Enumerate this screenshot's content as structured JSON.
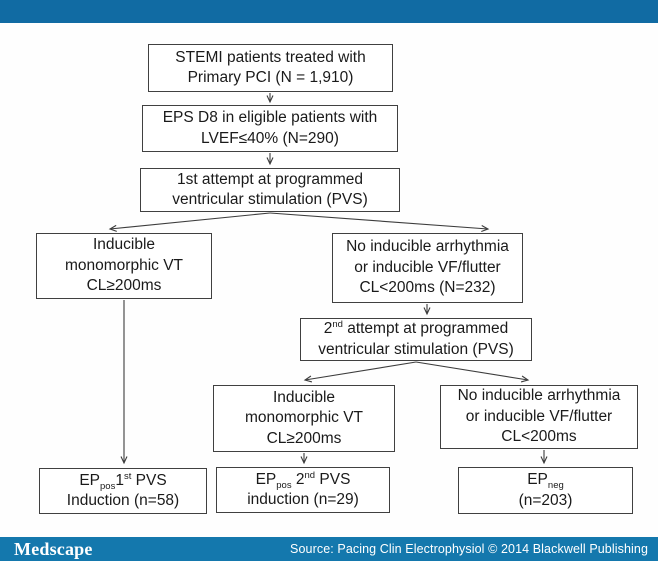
{
  "colors": {
    "top_bar": "#116ba3",
    "footer_bar": "#1478ad",
    "box_border": "#404040",
    "box_text": "#1a1a1a",
    "arrow": "#3c3c3c",
    "background": "#ffffff"
  },
  "footer": {
    "brand": "Medscape",
    "source": "Source: Pacing Clin Electrophysiol © 2014 Blackwell Publishing"
  },
  "flowchart": {
    "boxes": {
      "stemi": {
        "line1": "STEMI patients treated with",
        "line2": "Primary PCI (N = 1,910)"
      },
      "eps": {
        "line1": "EPS D8 in eligible patients with",
        "line2": "LVEF≤40% (N=290)"
      },
      "pvs1": {
        "line1": "1st attempt at programmed",
        "line2": "ventricular stimulation (PVS)"
      },
      "inducible1": {
        "line1": "Inducible",
        "line2": "monomorphic VT",
        "line3": "CL≥200ms"
      },
      "noinducible1": {
        "line1": "No inducible arrhythmia",
        "line2": "or inducible VF/flutter",
        "line3": "CL<200ms (N=232)"
      },
      "pvs2": {
        "num": "2",
        "ord": "nd",
        "rest": " attempt at programmed",
        "line2": "ventricular stimulation (PVS)"
      },
      "inducible2": {
        "line1": "Inducible",
        "line2": "monomorphic VT",
        "line3": "CL≥200ms"
      },
      "noinducible2": {
        "line1": "No inducible arrhythmia",
        "line2": "or inducible VF/flutter",
        "line3": "CL<200ms"
      },
      "eppos1": {
        "ep": "EP",
        "sub": "pos",
        "num": "1",
        "ord": "st",
        "rest": " PVS",
        "line2": "Induction (n=58)"
      },
      "eppos2": {
        "ep": "EP",
        "sub": "pos",
        "num": " 2",
        "ord": "nd",
        "rest": " PVS",
        "line2": "induction (n=29)"
      },
      "epneg": {
        "ep": "EP",
        "sub": "neg",
        "line2": "(n=203)"
      }
    }
  }
}
